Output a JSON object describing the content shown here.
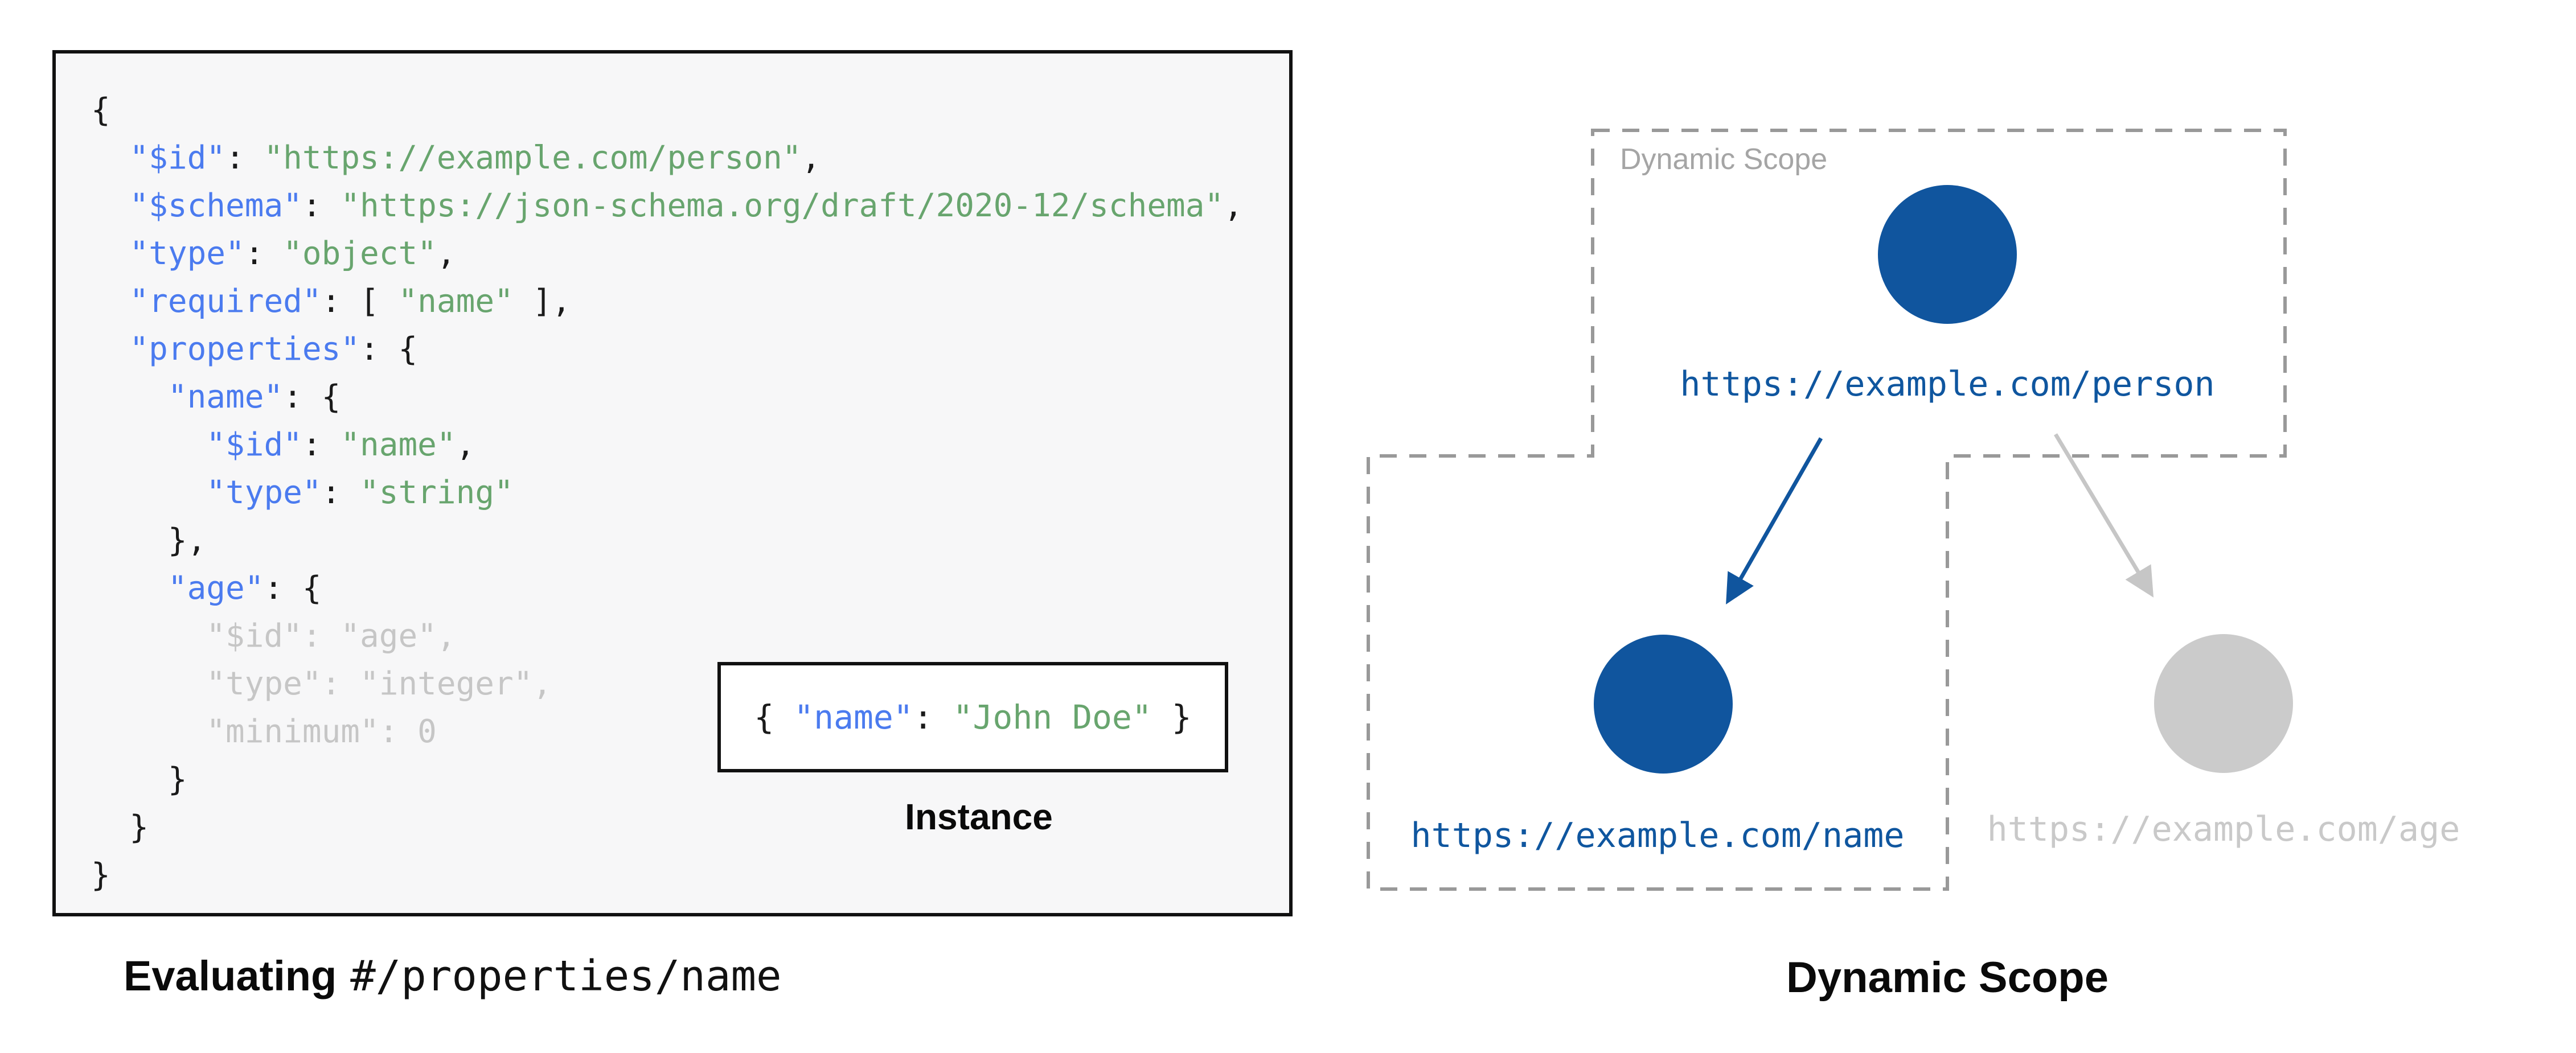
{
  "colors": {
    "node_blue": "#10559e",
    "node_gray": "#cbcbcb",
    "arrow_blue": "#10559e",
    "arrow_gray": "#c6c6c6",
    "key_blue": "#4b7bef",
    "string_green": "#68a56e",
    "muted_code_gray": "#c6c6c6",
    "scope_outline_gray": "#999999",
    "code_box_bg": "#f7f7f8"
  },
  "schema_panel": {
    "code_lines": [
      [
        [
          "p",
          "{"
        ]
      ],
      [
        [
          "p",
          "  "
        ],
        [
          "k",
          "\"$id\""
        ],
        [
          "p",
          ": "
        ],
        [
          "s",
          "\"https://example.com/person\""
        ],
        [
          "p",
          ","
        ]
      ],
      [
        [
          "p",
          "  "
        ],
        [
          "k",
          "\"$schema\""
        ],
        [
          "p",
          ": "
        ],
        [
          "s",
          "\"https://json-schema.org/draft/2020-12/schema\""
        ],
        [
          "p",
          ","
        ]
      ],
      [
        [
          "p",
          "  "
        ],
        [
          "k",
          "\"type\""
        ],
        [
          "p",
          ": "
        ],
        [
          "s",
          "\"object\""
        ],
        [
          "p",
          ","
        ]
      ],
      [
        [
          "p",
          "  "
        ],
        [
          "k",
          "\"required\""
        ],
        [
          "p",
          ": [ "
        ],
        [
          "s",
          "\"name\""
        ],
        [
          "p",
          " ],"
        ]
      ],
      [
        [
          "p",
          "  "
        ],
        [
          "k",
          "\"properties\""
        ],
        [
          "p",
          ": {"
        ]
      ],
      [
        [
          "p",
          "    "
        ],
        [
          "k",
          "\"name\""
        ],
        [
          "p",
          ": {"
        ]
      ],
      [
        [
          "p",
          "      "
        ],
        [
          "k",
          "\"$id\""
        ],
        [
          "p",
          ": "
        ],
        [
          "s",
          "\"name\""
        ],
        [
          "p",
          ","
        ]
      ],
      [
        [
          "p",
          "      "
        ],
        [
          "k",
          "\"type\""
        ],
        [
          "p",
          ": "
        ],
        [
          "s",
          "\"string\""
        ]
      ],
      [
        [
          "p",
          "    },"
        ]
      ],
      [
        [
          "p",
          "    "
        ],
        [
          "k",
          "\"age\""
        ],
        [
          "p",
          ": {"
        ]
      ],
      [
        [
          "g",
          "      \"$id\": \"age\","
        ]
      ],
      [
        [
          "g",
          "      \"type\": \"integer\","
        ]
      ],
      [
        [
          "g",
          "      \"minimum\": 0"
        ]
      ],
      [
        [
          "p",
          "    }"
        ]
      ],
      [
        [
          "p",
          "  }"
        ]
      ],
      [
        [
          "p",
          "}"
        ]
      ]
    ],
    "instance": {
      "tokens": [
        [
          "p",
          "{ "
        ],
        [
          "k",
          "\"name\""
        ],
        [
          "p",
          ": "
        ],
        [
          "s",
          "\"John Doe\""
        ],
        [
          "p",
          " }"
        ]
      ],
      "label": "Instance"
    },
    "caption_bold": "Evaluating",
    "caption_pointer": "#/properties/name"
  },
  "scope_panel": {
    "scope_label": "Dynamic Scope",
    "nodes": [
      {
        "id": "person",
        "label": "https://example.com/person",
        "state": "in-scope"
      },
      {
        "id": "name",
        "label": "https://example.com/name",
        "state": "in-scope"
      },
      {
        "id": "age",
        "label": "https://example.com/age",
        "state": "out-of-scope"
      }
    ],
    "caption": "Dynamic Scope"
  }
}
